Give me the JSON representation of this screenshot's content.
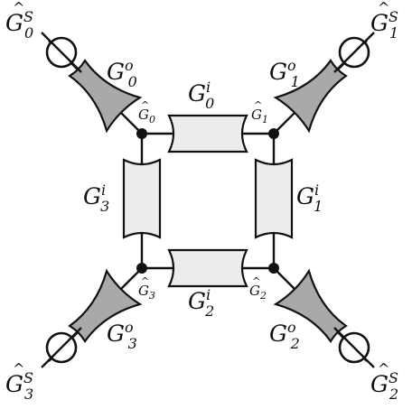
{
  "nodes": [
    {
      "id": "n0",
      "label": "G",
      "sub": "0"
    },
    {
      "id": "n1",
      "label": "G",
      "sub": "1"
    },
    {
      "id": "n2",
      "label": "G",
      "sub": "2"
    },
    {
      "id": "n3",
      "label": "G",
      "sub": "3"
    }
  ],
  "inner_blocks": [
    {
      "label": "G",
      "sup": "i",
      "sub": "0"
    },
    {
      "label": "G",
      "sup": "i",
      "sub": "1"
    },
    {
      "label": "G",
      "sup": "i",
      "sub": "2"
    },
    {
      "label": "G",
      "sup": "i",
      "sub": "3"
    }
  ],
  "outer_blocks": [
    {
      "label": "G",
      "sup": "o",
      "sub": "0"
    },
    {
      "label": "G",
      "sup": "o",
      "sub": "1"
    },
    {
      "label": "G",
      "sup": "o",
      "sub": "2"
    },
    {
      "label": "G",
      "sup": "o",
      "sub": "3"
    }
  ],
  "sources": [
    {
      "label": "G",
      "sup": "S",
      "sub": "0"
    },
    {
      "label": "G",
      "sup": "S",
      "sub": "1"
    },
    {
      "label": "G",
      "sup": "S",
      "sub": "2"
    },
    {
      "label": "G",
      "sup": "S",
      "sub": "3"
    }
  ],
  "hat_glyph": "^",
  "colors": {
    "inner_fill": "#ececec",
    "outer_fill": "#a9a9a9",
    "line": "#111111"
  }
}
